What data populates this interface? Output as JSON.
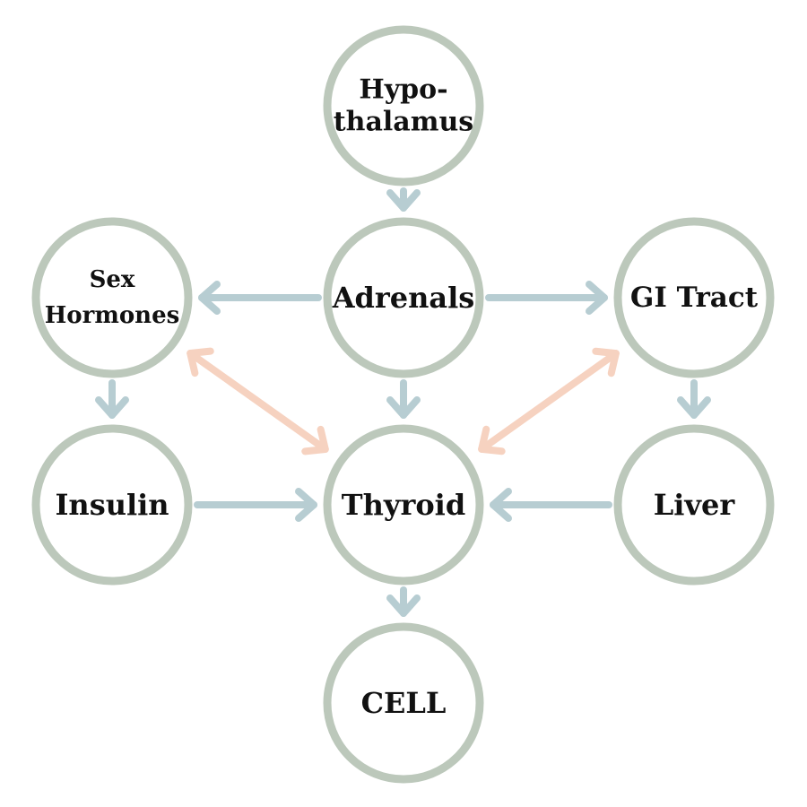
{
  "colors": {
    "node_stroke": "#bcc8bb",
    "arrow": "#b7cdd2",
    "feedback_arrow": "#f6d2c0",
    "text": "#111111"
  },
  "nodes": [
    {
      "id": "hypothalamus",
      "label_lines": [
        "Hypo-",
        "thalamus"
      ]
    },
    {
      "id": "sex-hormones",
      "label_lines": [
        "Sex",
        "Hormones"
      ]
    },
    {
      "id": "adrenals",
      "label_lines": [
        "Adrenals"
      ]
    },
    {
      "id": "gi-tract",
      "label_lines": [
        "GI Tract"
      ]
    },
    {
      "id": "insulin",
      "label_lines": [
        "Insulin"
      ]
    },
    {
      "id": "thyroid",
      "label_lines": [
        "Thyroid"
      ]
    },
    {
      "id": "liver",
      "label_lines": [
        "Liver"
      ]
    },
    {
      "id": "cell",
      "label_lines": [
        "CELL"
      ]
    }
  ],
  "edges": [
    {
      "from": "hypothalamus",
      "to": "adrenals",
      "type": "directed"
    },
    {
      "from": "adrenals",
      "to": "sex-hormones",
      "type": "directed"
    },
    {
      "from": "adrenals",
      "to": "gi-tract",
      "type": "directed"
    },
    {
      "from": "adrenals",
      "to": "thyroid",
      "type": "directed"
    },
    {
      "from": "sex-hormones",
      "to": "insulin",
      "type": "directed"
    },
    {
      "from": "gi-tract",
      "to": "liver",
      "type": "directed"
    },
    {
      "from": "insulin",
      "to": "thyroid",
      "type": "directed"
    },
    {
      "from": "liver",
      "to": "thyroid",
      "type": "directed"
    },
    {
      "from": "thyroid",
      "to": "cell",
      "type": "directed"
    },
    {
      "from": "sex-hormones",
      "to": "thyroid",
      "type": "bidirectional"
    },
    {
      "from": "gi-tract",
      "to": "thyroid",
      "type": "bidirectional"
    }
  ]
}
